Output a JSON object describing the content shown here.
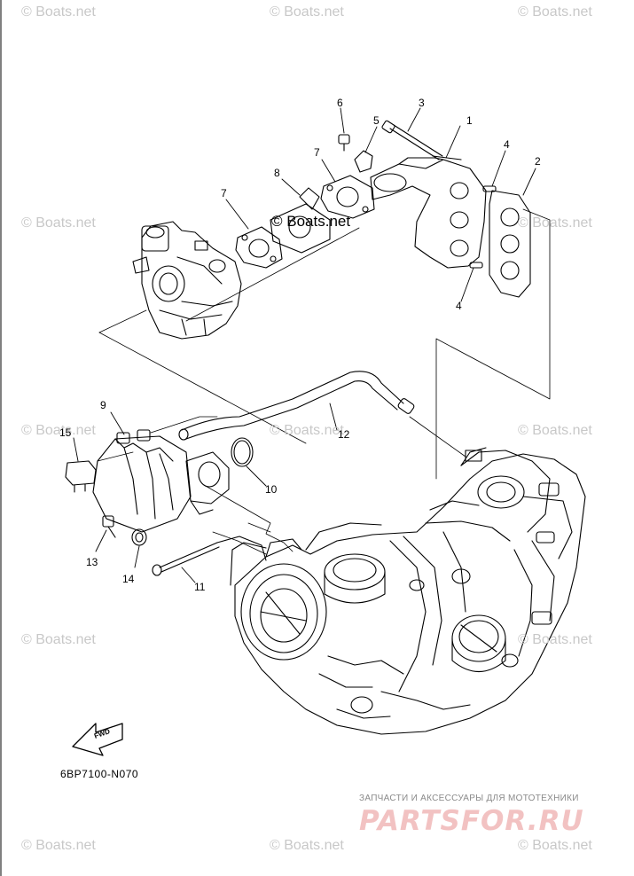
{
  "watermark": {
    "text": "© Boats.net",
    "color": "#c8c8c8"
  },
  "center_watermark": "© Boats.net",
  "callouts": [
    "1",
    "2",
    "3",
    "4",
    "4",
    "5",
    "6",
    "7",
    "7",
    "8",
    "9",
    "10",
    "11",
    "12",
    "13",
    "14",
    "15"
  ],
  "fwd_label": "FWD",
  "diagram_code": "6BP7100-N070",
  "shop": {
    "tagline": "ЗАПЧАСТИ И АКСЕССУАРЫ ДЛЯ МОТОТЕХНИКИ",
    "logo_text": "PARTSFOR.RU",
    "logo_color": "#f2c2c2"
  }
}
